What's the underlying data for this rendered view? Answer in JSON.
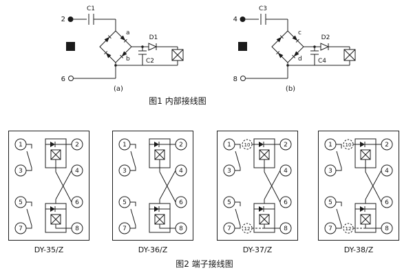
{
  "figure1": {
    "caption": "图1 内部接线图",
    "circuits": [
      {
        "label": "(a)",
        "top_terminal": "2",
        "bottom_terminal": "6",
        "input_cap": "C1",
        "diode": "D1",
        "filter_cap": "C2",
        "bridge_points": {
          "top": "a",
          "bottom": "b"
        }
      },
      {
        "label": "(b)",
        "top_terminal": "4",
        "bottom_terminal": "8",
        "input_cap": "C3",
        "diode": "D2",
        "filter_cap": "C4",
        "bridge_points": {
          "top": "c",
          "bottom": "d"
        }
      }
    ]
  },
  "figure2": {
    "caption": "图2 端子接线图",
    "panels": [
      {
        "name": "DY-35/Z",
        "terminals_left": [
          "1",
          "3",
          "5",
          "7"
        ],
        "terminals_right": [
          "2",
          "4",
          "6",
          "8"
        ],
        "extra_terminals": []
      },
      {
        "name": "DY-36/Z",
        "terminals_left": [
          "1",
          "3",
          "5",
          "7"
        ],
        "terminals_right": [
          "2",
          "4",
          "6",
          "8"
        ],
        "extra_terminals": []
      },
      {
        "name": "DY-37/Z",
        "terminals_left": [
          "1",
          "3",
          "5",
          "7"
        ],
        "terminals_right": [
          "2",
          "4",
          "6",
          "8"
        ],
        "extra_terminals": [
          "10",
          "12"
        ]
      },
      {
        "name": "DY-38/Z",
        "terminals_left": [
          "1",
          "3",
          "5",
          "7"
        ],
        "terminals_right": [
          "2",
          "4",
          "6",
          "8"
        ],
        "extra_terminals": [
          "10",
          "12"
        ]
      }
    ]
  },
  "colors": {
    "ink": "#1a1a1a",
    "background": "#ffffff"
  }
}
